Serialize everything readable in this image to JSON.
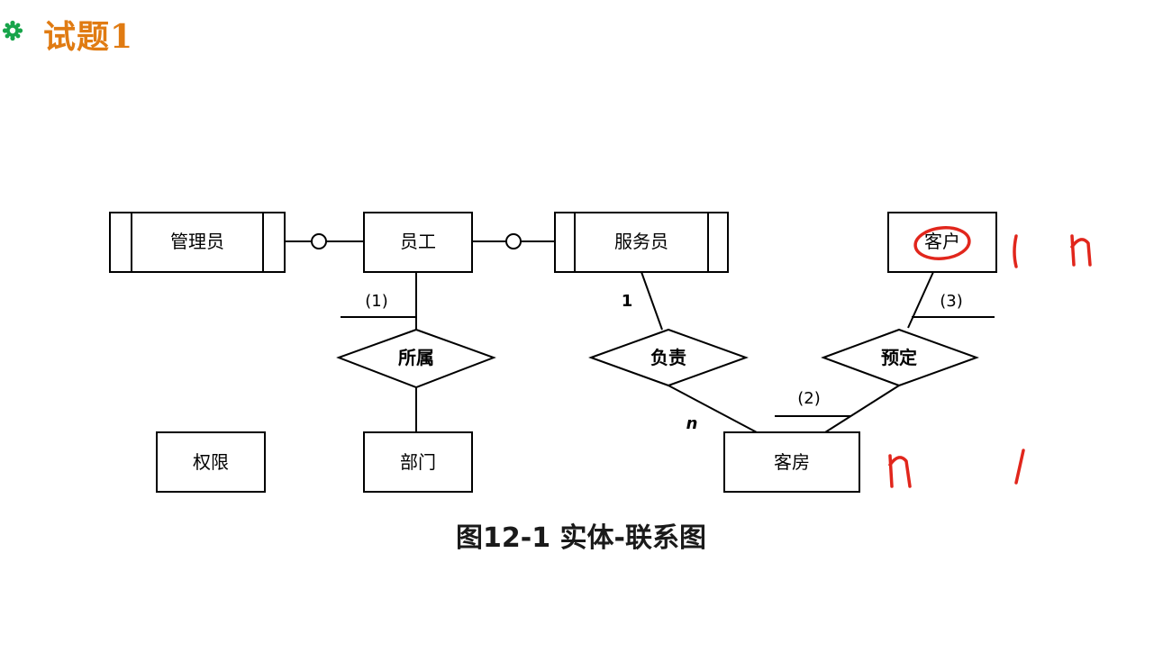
{
  "slide": {
    "title": "试题1",
    "icon": "gear-flower-icon",
    "title_color": "#e07b12",
    "icon_color": "#17a44a"
  },
  "diagram": {
    "entities": {
      "manager": "管理员",
      "employee": "员工",
      "attendant": "服务员",
      "customer": "客户",
      "permission": "权限",
      "department": "部门",
      "room": "客房"
    },
    "relationships": {
      "belongs_to": "所属",
      "responsible_for": "负责",
      "reserves": "预定"
    },
    "cardinalities": {
      "blank_1": "(1)",
      "responsible_attendant": "1",
      "responsible_room": "n",
      "blank_2": "(2)",
      "blank_3": "(3)"
    },
    "caption": "图12-1  实体-联系图"
  },
  "annotations": {
    "ink_color": "#e1261c",
    "customer_circled": true,
    "handwritten_near_customer": [
      "l",
      "n"
    ],
    "handwritten_near_room": [
      "n",
      "l"
    ]
  }
}
